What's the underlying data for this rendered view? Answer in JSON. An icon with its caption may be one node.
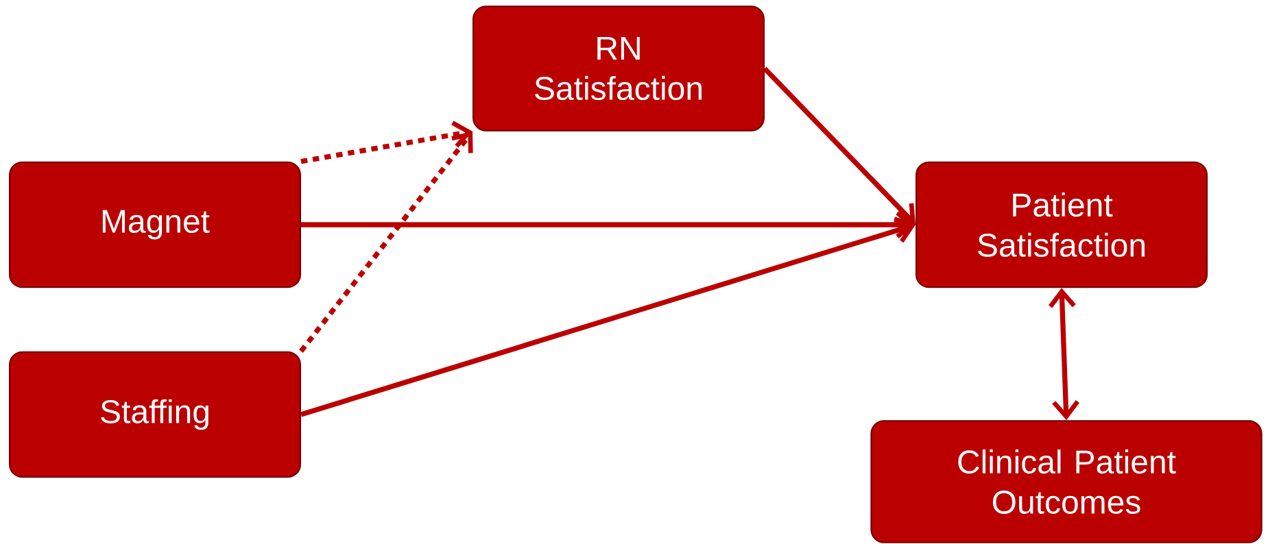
{
  "diagram": {
    "nodes": [
      {
        "text": [
          "RN Satisfaction"
        ]
      },
      {
        "text": [
          "Magnet"
        ]
      },
      {
        "text": [
          "Staffing"
        ]
      },
      {
        "text": [
          "Patient Satisfaction"
        ]
      },
      {
        "text": [
          "Clinical Patient Outcomes"
        ]
      }
    ],
    "edges": [
      {
        "from": 1,
        "to": 0,
        "arrow": "to",
        "style": "dashed"
      },
      {
        "from": 2,
        "to": 0,
        "arrow": "to",
        "style": "dashed"
      },
      {
        "from": 0,
        "to": 3,
        "arrow": "to"
      },
      {
        "from": 1,
        "to": 3,
        "arrow": "to"
      },
      {
        "from": 2,
        "to": 3,
        "arrow": "to"
      },
      {
        "from": 3,
        "to": 4,
        "arrow": "both"
      }
    ]
  }
}
